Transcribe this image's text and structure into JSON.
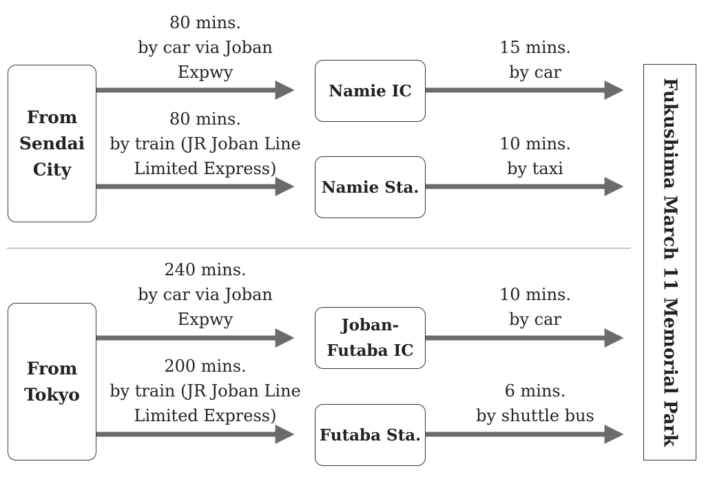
{
  "origins": {
    "sendai": "From\nSendai\nCity",
    "tokyo": "From\nTokyo"
  },
  "stations": {
    "namie_ic": "Namie IC",
    "namie_sta": "Namie Sta.",
    "joban_futaba_ic": "Joban-\nFutaba IC",
    "futaba_sta": "Futaba Sta."
  },
  "destination": "Fukushima March 11 Memorial Park",
  "routes": {
    "sendai_to_namie_ic": "80 mins.\nby car via Joban\nExpwy",
    "sendai_to_namie_sta": "80 mins.\nby train (JR Joban Line\nLimited Express)",
    "tokyo_to_joban_futaba_ic": "240 mins.\nby car via Joban\nExpwy",
    "tokyo_to_futaba_sta": "200 mins.\nby train (JR Joban Line\nLimited Express)",
    "namie_ic_to_park": "15 mins.\nby car",
    "namie_sta_to_park": "10 mins.\nby taxi",
    "joban_futaba_ic_to_park": "10 mins.\nby car",
    "futaba_sta_to_park": "6 mins.\nby shuttle bus"
  },
  "colors": {
    "arrow": "#6b6b6b",
    "border": "#333333",
    "divider": "#999999"
  }
}
